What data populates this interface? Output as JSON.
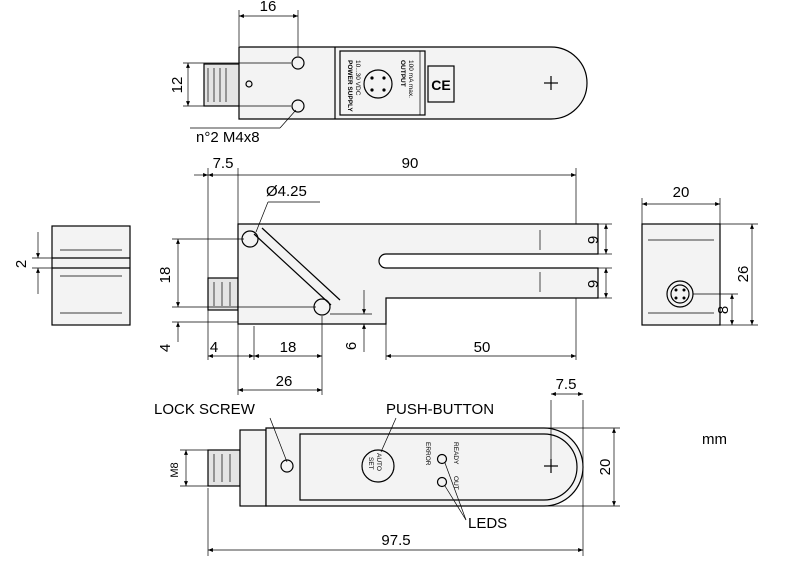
{
  "top_view": {
    "dim_width": "16",
    "dim_height": "12",
    "screw_label": "n°2  M4x8",
    "plate_power_title": "POWER SUPPLY",
    "plate_power_value": "10...30 VDC",
    "plate_output_title": "OUTPUT",
    "plate_output_value": "100 mA max.",
    "ce_mark": "CE"
  },
  "side_view": {
    "dim_offset": "7.5",
    "dim_length": "90",
    "dim_hole": "Ø4.25",
    "dim_height_18": "18",
    "dim_slot_upper": "9",
    "dim_slot_lower": "9",
    "dim_4_vertical": "4",
    "dim_4": "4",
    "dim_18": "18",
    "dim_6": "6",
    "dim_50": "50",
    "dim_26": "26"
  },
  "left_view": {
    "dim_gap": "2"
  },
  "end_view": {
    "dim_width": "20",
    "dim_height": "26",
    "dim_connector": "8"
  },
  "bottom_view": {
    "label_lock_screw": "LOCK SCREW",
    "label_push_button": "PUSH-BUTTON",
    "label_leds": "LEDS",
    "button_text_1": "AUTO",
    "button_text_2": "SET",
    "led_ready": "READY",
    "led_error": "ERROR",
    "led_out": "OUT",
    "dim_m8": "M8",
    "dim_total": "97.5",
    "dim_offset": "7.5",
    "dim_height": "20",
    "units": "mm"
  }
}
